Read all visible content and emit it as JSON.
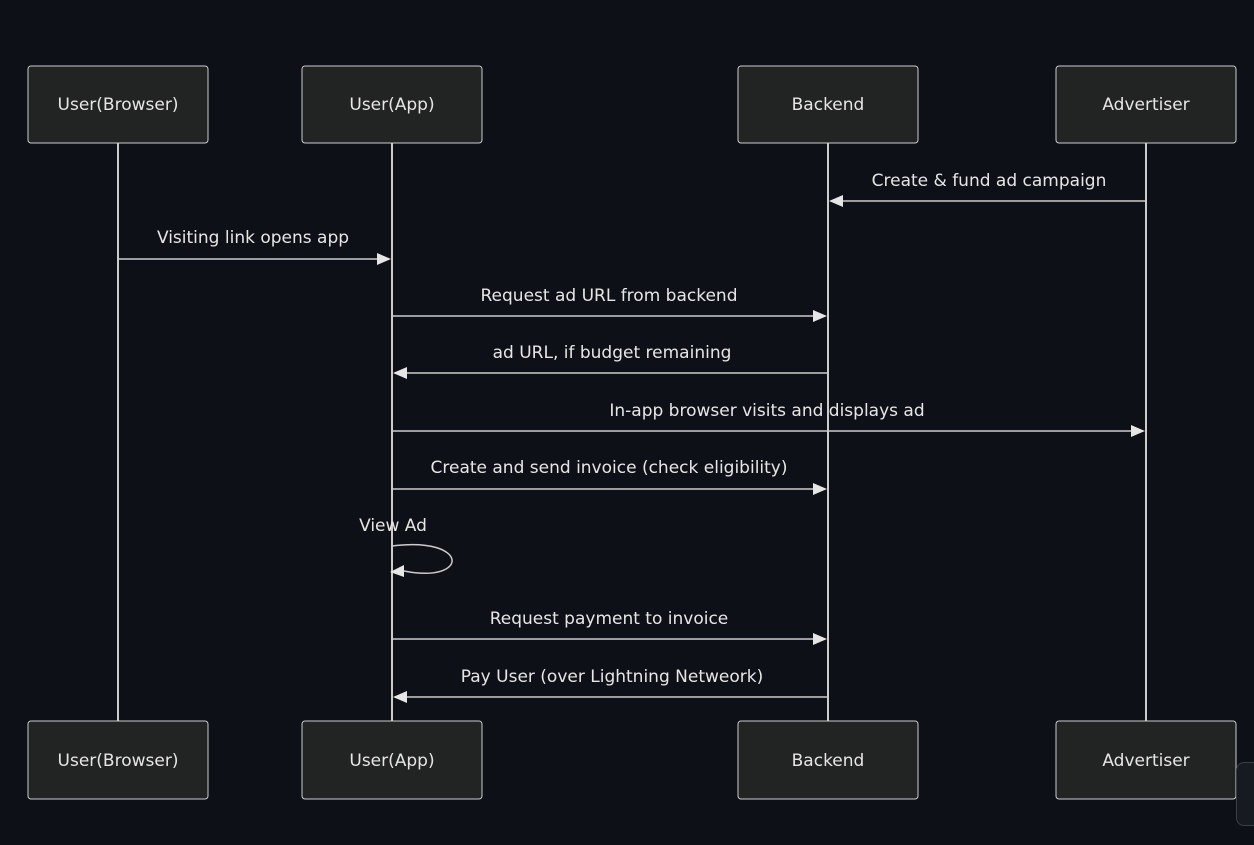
{
  "colors": {
    "background": "#0d1117",
    "actor_fill": "#222323",
    "line": "#cccccc",
    "text": "#e6e6e6"
  },
  "participants": [
    {
      "id": "browser",
      "label": "User(Browser)"
    },
    {
      "id": "app",
      "label": "User(App)"
    },
    {
      "id": "backend",
      "label": "Backend"
    },
    {
      "id": "advertiser",
      "label": "Advertiser"
    }
  ],
  "messages": [
    {
      "from": "advertiser",
      "to": "backend",
      "label": "Create & fund ad campaign"
    },
    {
      "from": "browser",
      "to": "app",
      "label": "Visiting link opens app"
    },
    {
      "from": "app",
      "to": "backend",
      "label": "Request ad URL from backend"
    },
    {
      "from": "backend",
      "to": "app",
      "label": "ad URL, if budget remaining"
    },
    {
      "from": "app",
      "to": "advertiser",
      "label": "In-app browser visits and displays ad"
    },
    {
      "from": "app",
      "to": "backend",
      "label": "Create and send invoice (check eligibility)"
    },
    {
      "from": "app",
      "to": "app",
      "label": "View Ad"
    },
    {
      "from": "app",
      "to": "backend",
      "label": "Request payment to invoice"
    },
    {
      "from": "backend",
      "to": "app",
      "label": "Pay User (over Lightning Netweork)"
    }
  ]
}
